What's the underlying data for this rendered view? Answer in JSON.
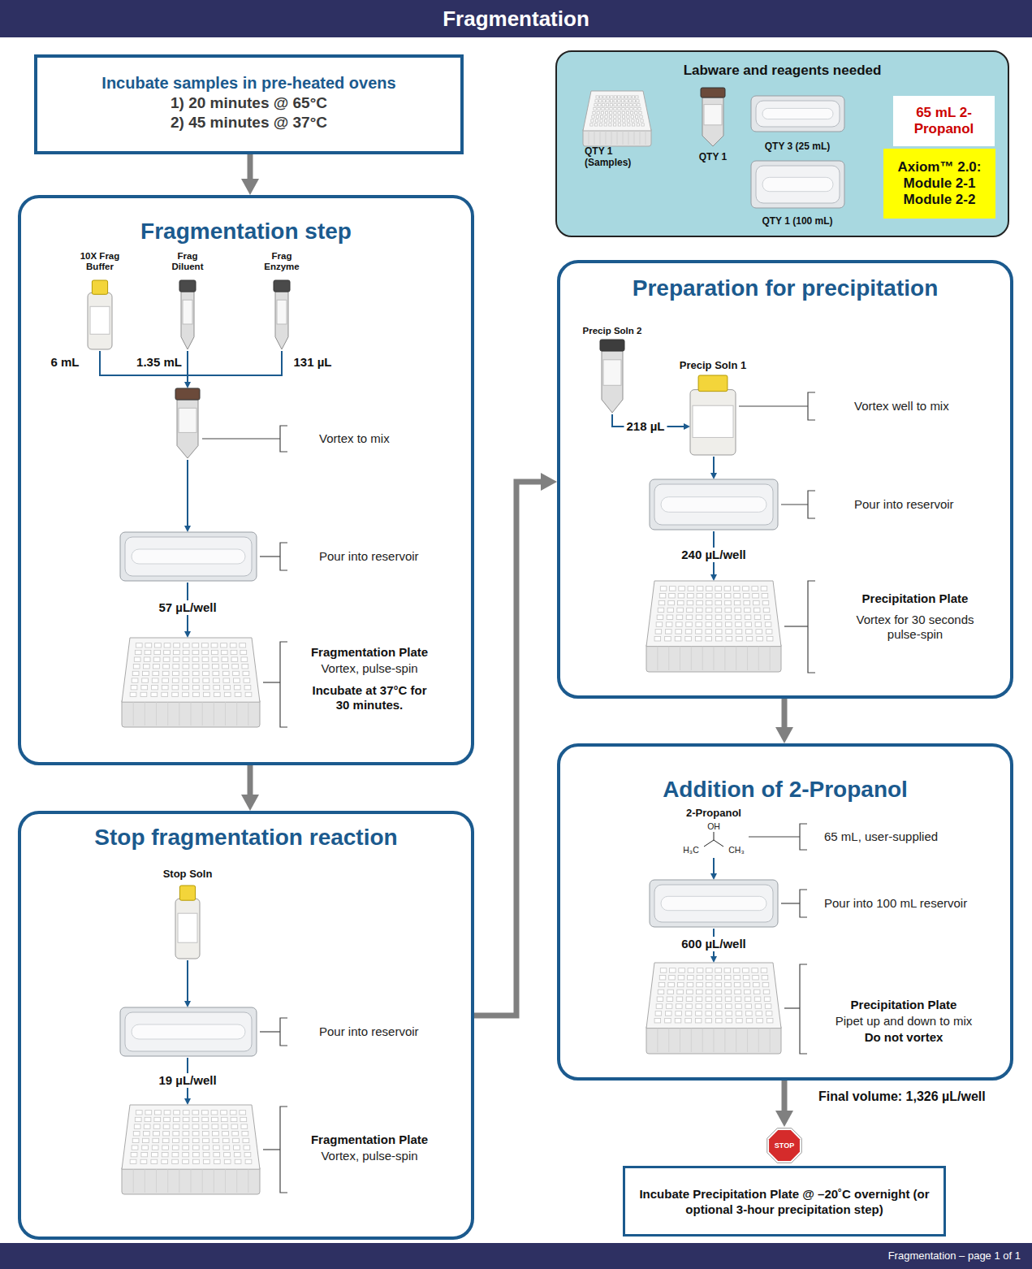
{
  "diagram": {
    "title": "Fragmentation",
    "caption": "Fragmentation – page 1 of 1",
    "nodes": [
      {
        "text": [
          "Incubate samples in pre-heated ovens",
          "1) 20 minutes @ 65°C",
          "2) 45 minutes @ 37°C"
        ]
      },
      {
        "text": [
          "Labware and reagents needed"
        ]
      },
      {
        "text": [
          "65 mL 2-Propanol"
        ],
        "in": 1
      },
      {
        "text": [
          "Axiom™ 2.0: Module 2-1 Module 2-2"
        ],
        "in": 1
      },
      {
        "text": [
          "Fragmentation step"
        ]
      },
      {
        "text": [
          "Stop fragmentation reaction"
        ]
      },
      {
        "text": [
          "Preparation for precipitation"
        ]
      },
      {
        "text": [
          "Addition of 2-Propanol"
        ]
      },
      {
        "text": [
          "STOP"
        ]
      },
      {
        "text": [
          "Incubate Precipitation Plate @ –20˚C overnight (or optional 3-hour precipitation step)"
        ]
      }
    ],
    "edges": [
      {
        "from": 0,
        "to": 4,
        "arrow": "to"
      },
      {
        "from": 4,
        "to": 5,
        "arrow": "to"
      },
      {
        "from": 5,
        "to": 6,
        "arrow": "to"
      },
      {
        "from": 6,
        "to": 7,
        "arrow": "to"
      },
      {
        "from": 7,
        "to": 8,
        "arrow": "to",
        "label": "Final volume: 1,326 µL/well"
      }
    ],
    "labels": [
      "QTY 1 (Samples)",
      "QTY 1",
      "QTY 3 (25 mL)",
      "QTY 1 (100 mL)",
      "10X Frag Buffer",
      "Frag Diluent",
      "Frag Enzyme",
      "6 mL",
      "1.35 mL",
      "131 µL",
      "Vortex to mix",
      "Pour into reservoir",
      "57 µL/well",
      "Fragmentation Plate",
      "Vortex, pulse-spin",
      "Incubate at 37°C for 30 minutes.",
      "Stop Soln",
      "Pour into reservoir",
      "19 µL/well",
      "Fragmentation Plate",
      "Vortex, pulse-spin",
      "Precip Soln 2",
      "218 µL",
      "Precip Soln 1",
      "Vortex well to mix",
      "Pour into reservoir",
      "240 µL/well",
      "Precipitation Plate",
      "Vortex for 30 seconds pulse-spin",
      "2-Propanol",
      "OH",
      "H₃C",
      "CH₃",
      "65 mL, user-supplied",
      "Pour into 100 mL reservoir",
      "600 µL/well",
      "Precipitation Plate",
      "Pipet up and down to mix",
      "Do not vortex"
    ]
  }
}
